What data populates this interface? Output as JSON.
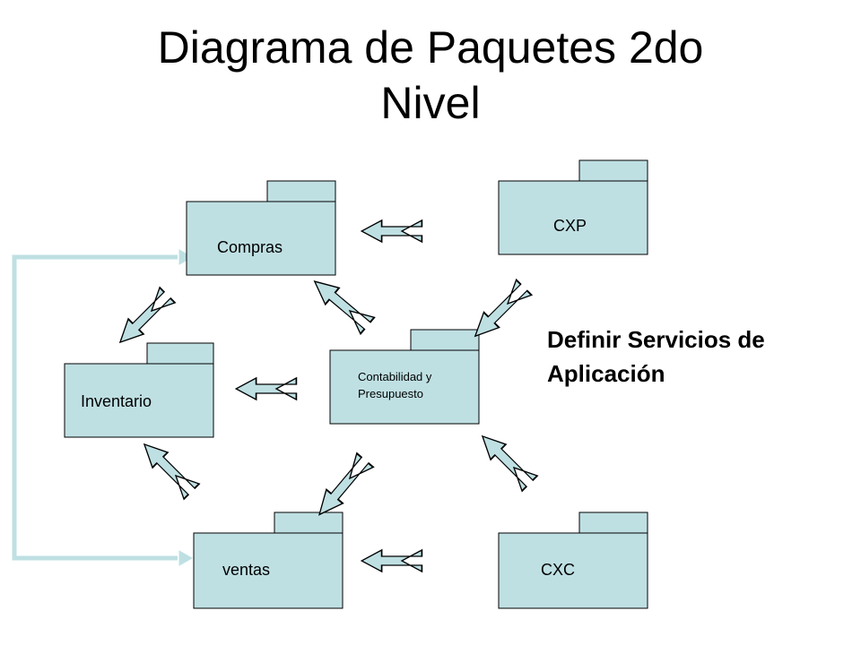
{
  "title": {
    "line1": "Diagrama de Paquetes 2do",
    "line2": "Nivel"
  },
  "packages": {
    "compras": "Compras",
    "cxp": "CXP",
    "inventario": "Inventario",
    "contabilidad_line1": "Contabilidad y",
    "contabilidad_line2": "Presupuesto",
    "ventas": "ventas",
    "cxc": "CXC"
  },
  "note": {
    "line1": "Definir Servicios de",
    "line2": "Aplicación"
  },
  "colors": {
    "package_fill": "#bfe0e3",
    "package_stroke": "#000000",
    "arrow_fill": "#bfe0e3",
    "connector": "#bfe0e3"
  }
}
